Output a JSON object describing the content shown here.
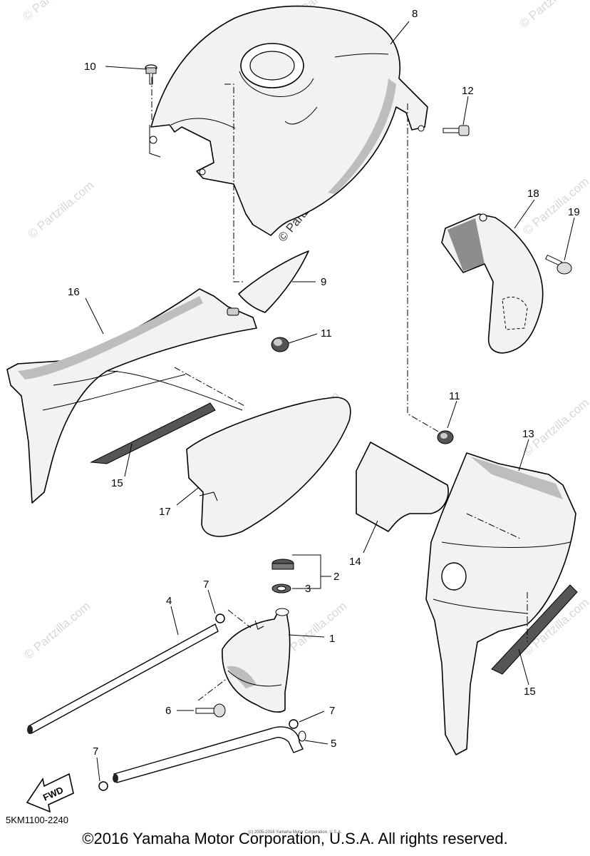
{
  "watermark": {
    "main": "© Partzilla.com",
    "repeat": "© Partzilla.com"
  },
  "callouts": [
    "1",
    "2",
    "3",
    "4",
    "5",
    "6",
    "7",
    "7",
    "7",
    "8",
    "9",
    "10",
    "11",
    "11",
    "12",
    "13",
    "14",
    "15",
    "15",
    "16",
    "17",
    "18",
    "19"
  ],
  "fwd_label": "FWD",
  "footer": {
    "diagram_code": "5KM1100-2240",
    "copyright": "©2016 Yamaha Motor Corporation, U.S.A. All rights reserved.",
    "small_copyright": "(c) 2005-2016 Yamaha Motor Corporation, U.S.A."
  },
  "colors": {
    "line": "#000000",
    "shade": "#bdbdbd",
    "background": "#ffffff",
    "watermark": "#d8d8d8"
  }
}
